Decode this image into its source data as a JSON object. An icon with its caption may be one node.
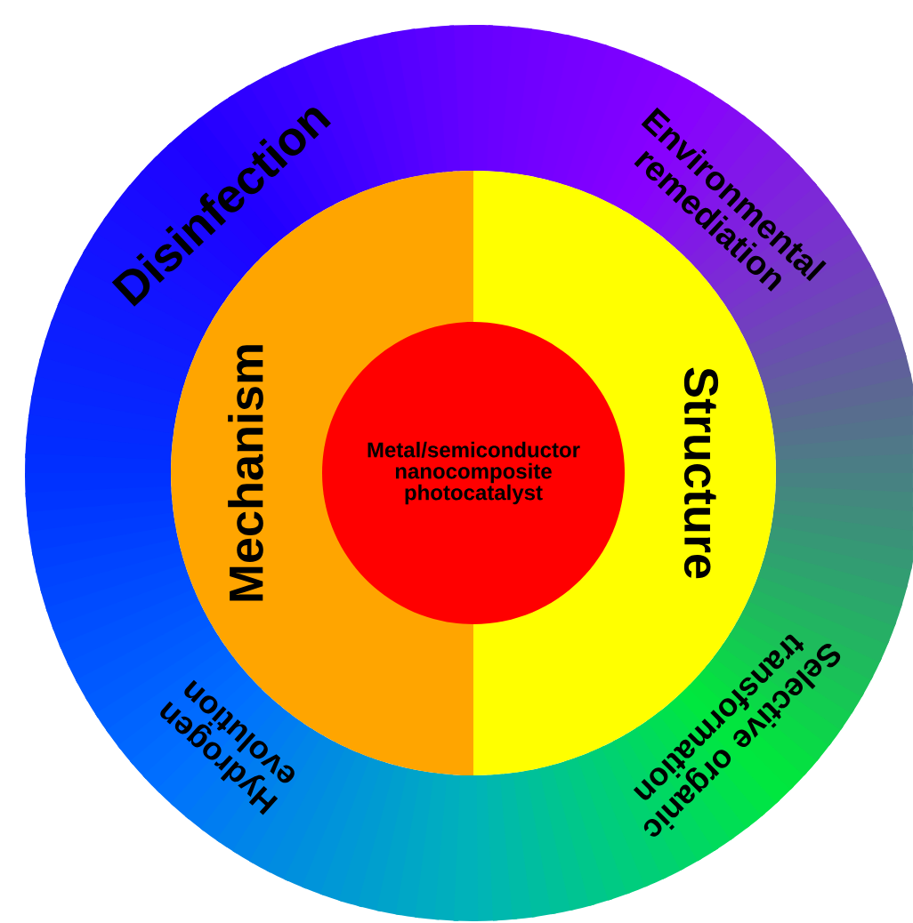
{
  "diagram": {
    "nodes": [
      {
        "text": [
          "Disinfection",
          "Environmental remediation",
          "Selective organic transformation",
          "Hydrogen evolution"
        ]
      },
      {
        "text": [
          "Mechanism"
        ],
        "in": 0
      },
      {
        "text": [
          "Structure"
        ],
        "in": 0
      },
      {
        "text": [
          "Metal/semiconductor nanocomposite photocatalyst"
        ],
        "in": 0
      }
    ]
  }
}
